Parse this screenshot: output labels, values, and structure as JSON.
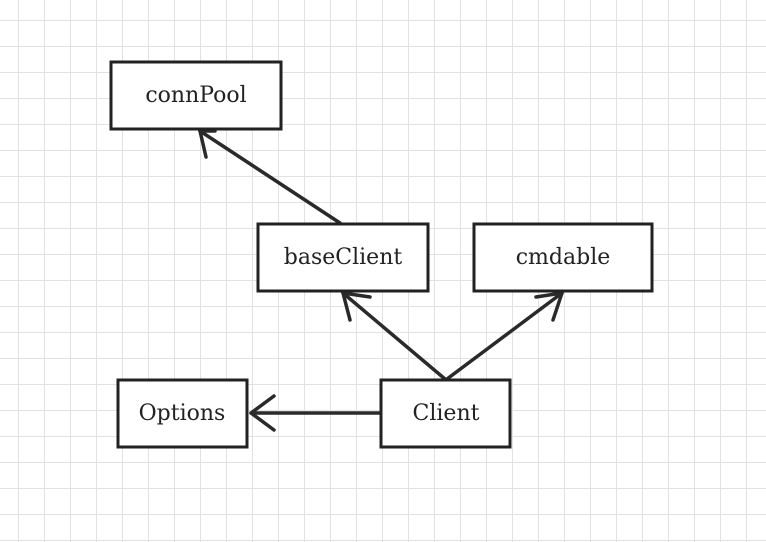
{
  "diagram": {
    "nodes": {
      "connPool": "connPool",
      "baseClient": "baseClient",
      "cmdable": "cmdable",
      "options": "Options",
      "client": "Client"
    }
  }
}
